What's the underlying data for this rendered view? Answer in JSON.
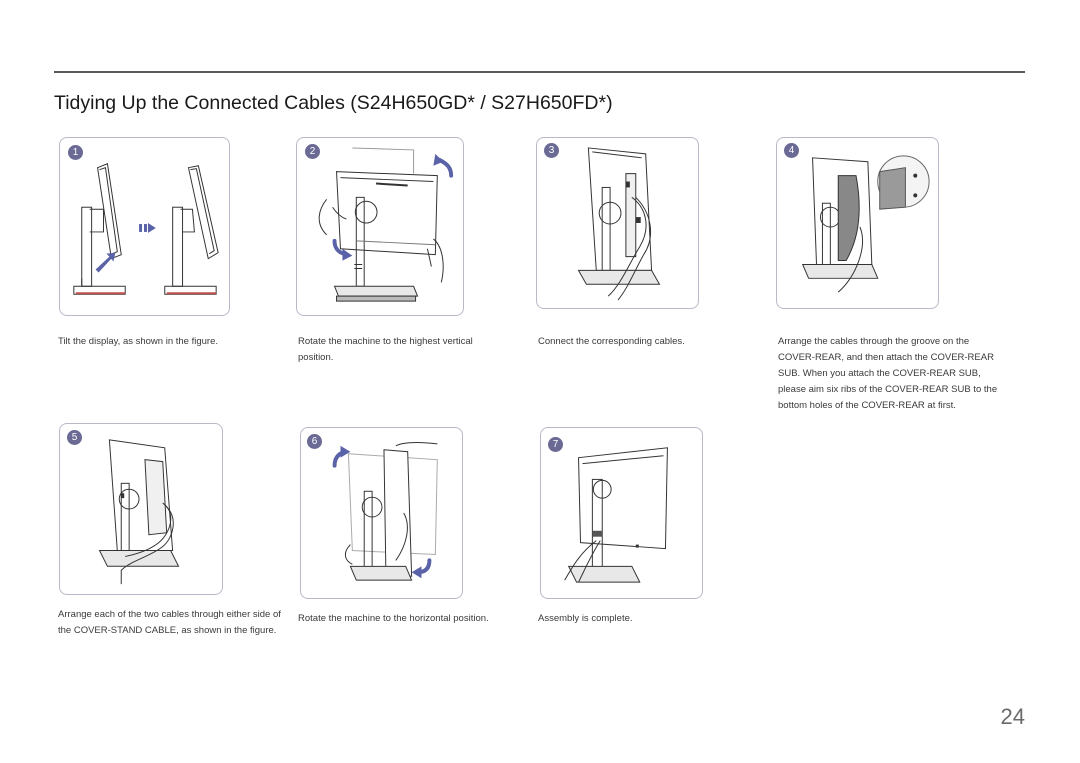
{
  "document": {
    "title": "Tidying Up the Connected Cables (S24H650GD* / S27H650FD*)",
    "page_number": "24"
  },
  "steps": [
    {
      "number": "1",
      "caption": "Tilt the display, as shown in the figure."
    },
    {
      "number": "2",
      "caption": "Rotate the machine to the highest vertical position."
    },
    {
      "number": "3",
      "caption": "Connect the corresponding cables."
    },
    {
      "number": "4",
      "caption": "Arrange the cables through the groove on the COVER-REAR, and then attach the COVER-REAR SUB. When you attach the COVER-REAR SUB, please aim six ribs of the COVER-REAR SUB to the bottom holes of the COVER-REAR at first."
    },
    {
      "number": "5",
      "caption": "Arrange each of the two cables through either side of the COVER-STAND CABLE, as shown in the figure."
    },
    {
      "number": "6",
      "caption": "Rotate the machine to the horizontal position."
    },
    {
      "number": "7",
      "caption": "Assembly is complete."
    }
  ],
  "colors": {
    "badge": "#6a6a94",
    "arrow": "#5a62a8",
    "panel_border": "#b9b9c9",
    "accent_red": "#c0504d"
  }
}
